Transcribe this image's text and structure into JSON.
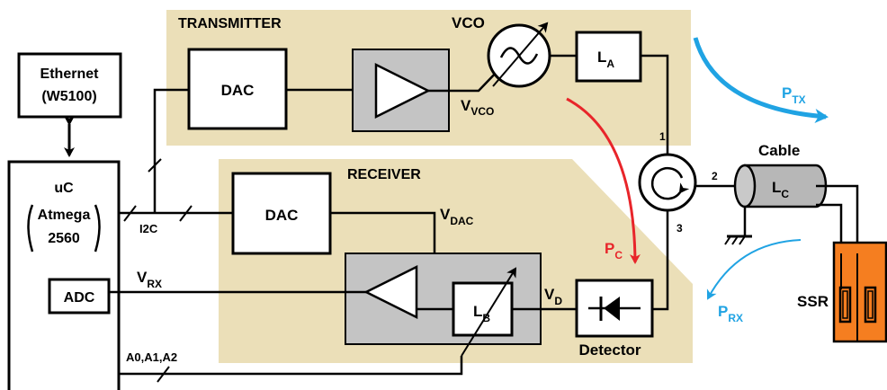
{
  "colors": {
    "panel": "#ebdfb8",
    "inner_box": "#c4c4c4",
    "ssr_fill": "#f57e20",
    "rf_arrow": "#e8252a",
    "tx_rx_arrow": "#20a3e3",
    "cable_fill": "#b7b7b7"
  },
  "sections": {
    "transmitter": "TRANSMITTER",
    "receiver": "RECEIVER"
  },
  "blocks": {
    "ethernet_line1": "Ethernet",
    "ethernet_line2": "(W5100)",
    "uc_line1": "uC",
    "uc_line2": "Atmega",
    "uc_line3": "2560",
    "adc": "ADC",
    "dac_tx": "DAC",
    "dac_rx": "DAC",
    "vco": "VCO",
    "la_main": "L",
    "la_sub": "A",
    "lb_main": "L",
    "lb_sub": "B",
    "lc_main": "L",
    "lc_sub": "C",
    "detector": "Detector",
    "cable": "Cable",
    "ssr": "SSR"
  },
  "signals": {
    "vvco_main": "V",
    "vvco_sub": "VCO",
    "vdac_main": "V",
    "vdac_sub": "DAC",
    "vrx_main": "V",
    "vrx_sub": "RX",
    "vd_main": "V",
    "vd_sub": "D",
    "pc_main": "P",
    "pc_sub": "C",
    "ptx_main": "P",
    "ptx_sub": "TX",
    "prx_main": "P",
    "prx_sub": "RX",
    "i2c": "I2C",
    "address_pins": "A0,A1,A2"
  },
  "circulator_ports": {
    "port1": "1",
    "port2": "2",
    "port3": "3"
  }
}
